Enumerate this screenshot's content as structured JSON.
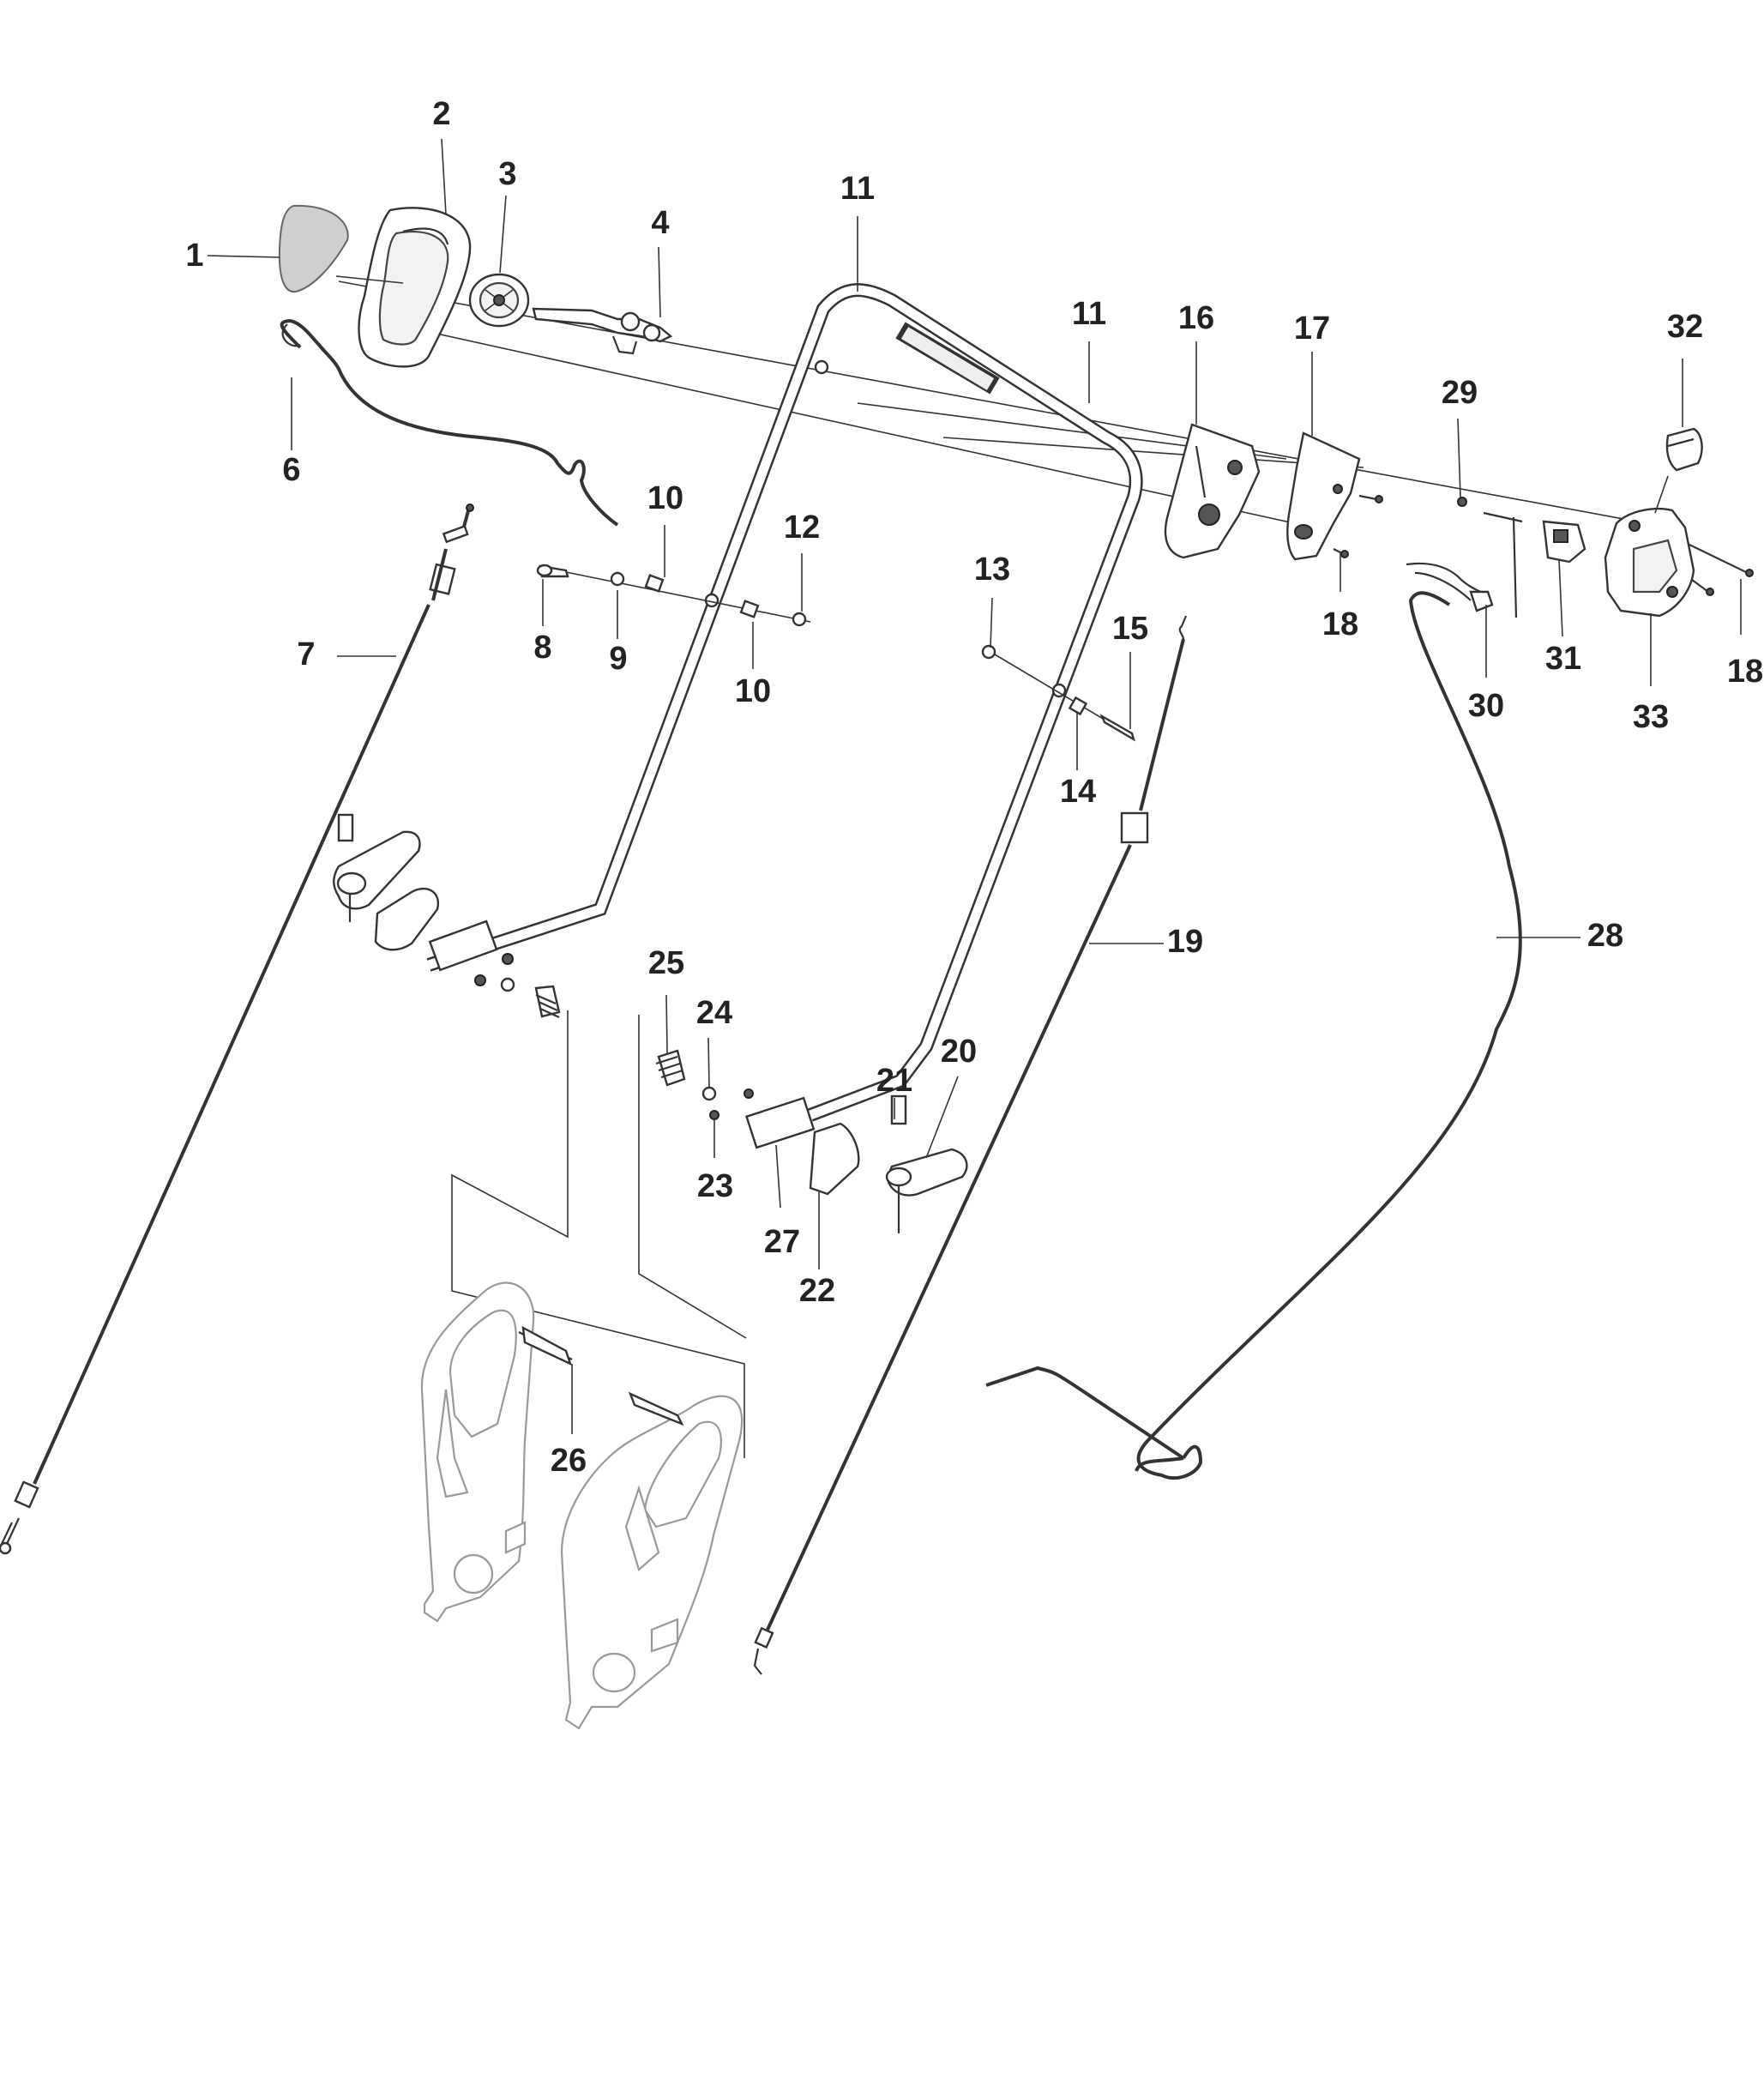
{
  "colors": {
    "line": "#333333",
    "text": "#222222",
    "faded": "#999999",
    "background": "#ffffff"
  },
  "callouts": [
    "1",
    "2",
    "3",
    "4",
    "6",
    "7",
    "8",
    "9",
    "10",
    "10",
    "11",
    "11",
    "12",
    "13",
    "14",
    "15",
    "16",
    "17",
    "18",
    "18",
    "19",
    "20",
    "21",
    "22",
    "23",
    "24",
    "25",
    "26",
    "27",
    "28",
    "29",
    "30",
    "31",
    "32",
    "33"
  ]
}
